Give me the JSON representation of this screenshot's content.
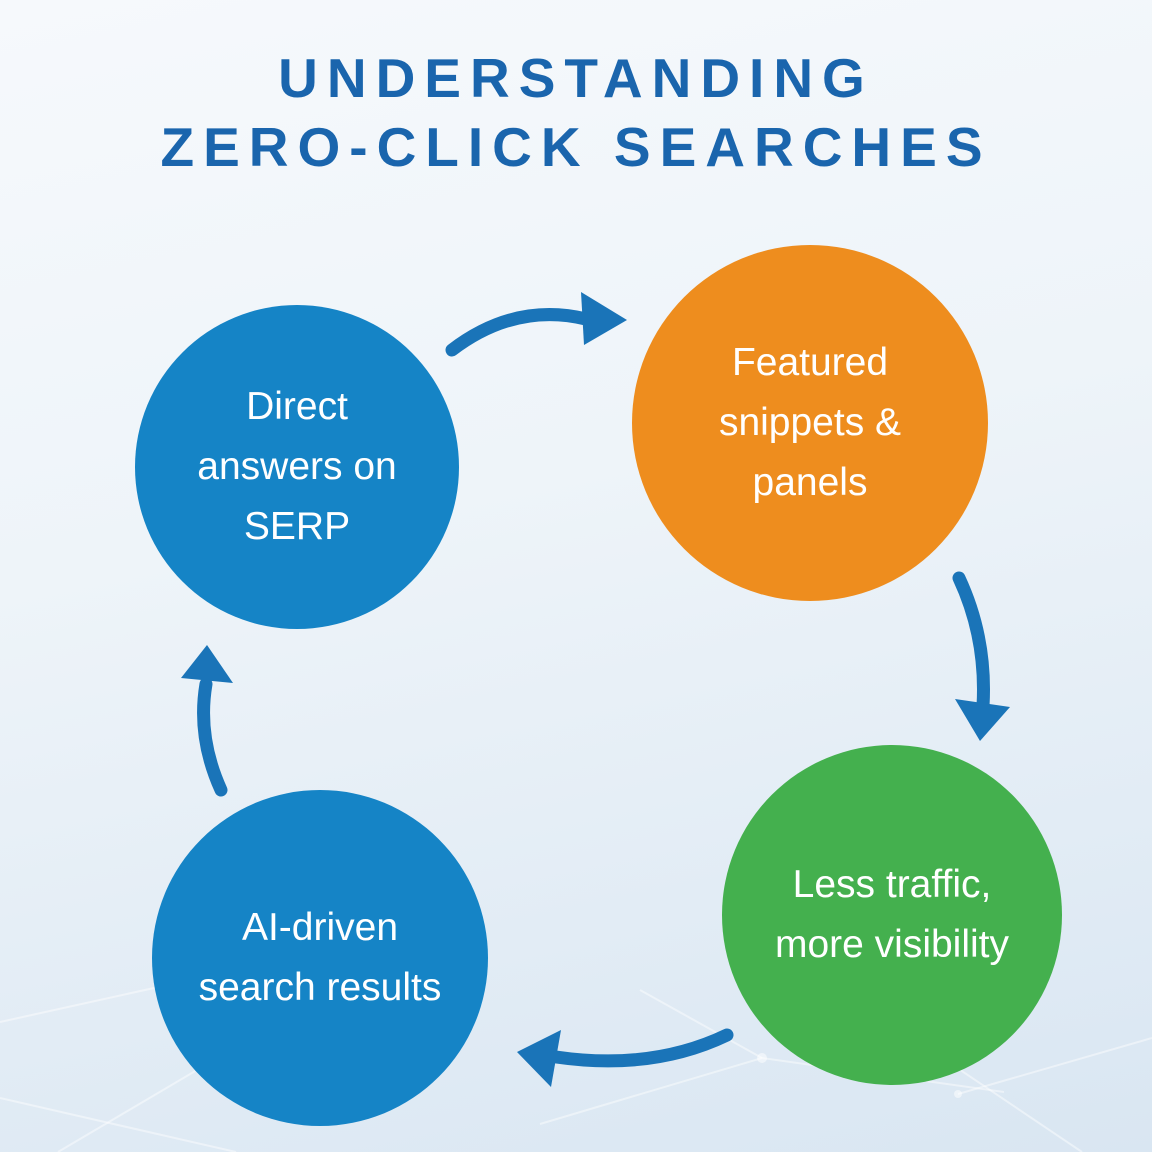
{
  "title": {
    "lines": [
      "UNDERSTANDING",
      "ZERO-CLICK SEARCHES"
    ],
    "color": "#1a65ad"
  },
  "diagram": {
    "type": "cycle",
    "flow_direction": "clockwise",
    "arrow_color": "#1a74b8",
    "nodes": [
      {
        "id": "direct-answers-on-serp",
        "position": "top-left",
        "lines": [
          "Direct",
          "answers on",
          "SERP"
        ],
        "color": "#1584c6",
        "text_color": "#ffffff"
      },
      {
        "id": "featured-snippets-panels",
        "position": "top-right",
        "lines": [
          "Featured",
          "snippets &",
          "panels"
        ],
        "color": "#ee8d1e",
        "text_color": "#ffffff"
      },
      {
        "id": "less-traffic-more-visibility",
        "position": "bottom-right",
        "lines": [
          "Less traffic,",
          "more visibility"
        ],
        "color": "#44b04e",
        "text_color": "#ffffff"
      },
      {
        "id": "ai-driven-search-results",
        "position": "bottom-left",
        "lines": [
          "AI-driven",
          "search results"
        ],
        "color": "#1584c6",
        "text_color": "#ffffff"
      }
    ]
  },
  "background": {
    "gradient_top": "#f6f9fc",
    "gradient_bottom": "#d9e6f2",
    "pattern": "faint-white-network-lines",
    "pattern_color": "#ffffff"
  }
}
